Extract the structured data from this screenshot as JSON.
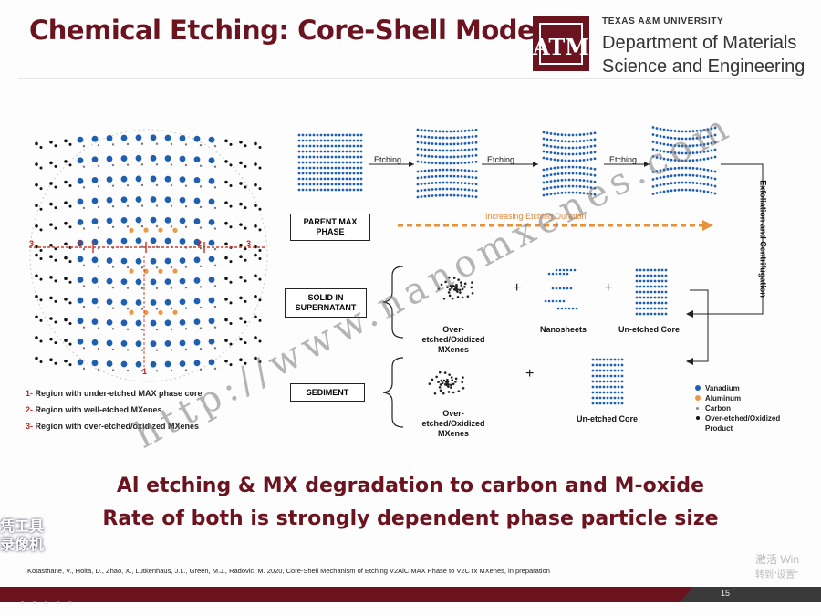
{
  "title": "Chemical Etching: Core-Shell Model",
  "university": "TEXAS A&M UNIVERSITY",
  "department_line1": "Department of Materials",
  "department_line2": "Science and Engineering",
  "logo_text": "ATM",
  "left_diagram": {
    "region_markers": [
      "3",
      "2",
      "2",
      "3"
    ],
    "bottom_marker": "1",
    "legend": [
      {
        "num": "1-",
        "text": " Region with under-etched MAX phase core"
      },
      {
        "num": "2-",
        "text": " Region with well-etched MXenes"
      },
      {
        "num": "3-",
        "text": " Region with over-etched/oxidized MXenes"
      }
    ]
  },
  "flow": {
    "etching_labels": [
      "Etching",
      "Etching",
      "Etching"
    ],
    "duration_label": "Increasing Etching Duration",
    "side_label": "Exfoliation and Centrifugation",
    "parent_box": "PARENT MAX PHASE",
    "supernatant_box": "SOLID IN SUPERNATANT",
    "sediment_box": "SEDIMENT",
    "supernatant_items": [
      "Over-etched/Oxidized MXenes",
      "Nanosheets",
      "Un-etched Core"
    ],
    "sediment_items": [
      "Over-etched/Oxidized MXenes",
      "Un-etched Core"
    ],
    "plus": "+"
  },
  "legend": [
    {
      "label": "Vanadium",
      "color": "#1f5fb0"
    },
    {
      "label": "Aluminum",
      "color": "#e89a4a"
    },
    {
      "label": "Carbon",
      "color": "#888888"
    },
    {
      "label": "Over-etched/Oxidized Product",
      "color": "#111111"
    }
  ],
  "headline1": "Al etching &  MX degradation to carbon and M-oxide",
  "headline2": "Rate of both is strongly dependent phase particle size",
  "citation": "Kotasthane, V., Holta, D., Zhao, X., Lutkenhaus, J.L., Green, M.J., Radovic, M. 2020, Core-Shell Mechanism of Etching V2AlC MAX Phase to V2CTx MXenes, in preparation",
  "page_number": "15",
  "watermark_url": "http://www.nanomxenes.com",
  "recorder_badge_line1": "凭工具",
  "recorder_badge_line2": "录像机",
  "windows_line1": "激活 Win",
  "windows_line2": "转到“设置”",
  "colors": {
    "maroon": "#6b1420",
    "blue": "#1f5fb0",
    "orange": "#e89a4a",
    "red": "#d23a2a"
  }
}
